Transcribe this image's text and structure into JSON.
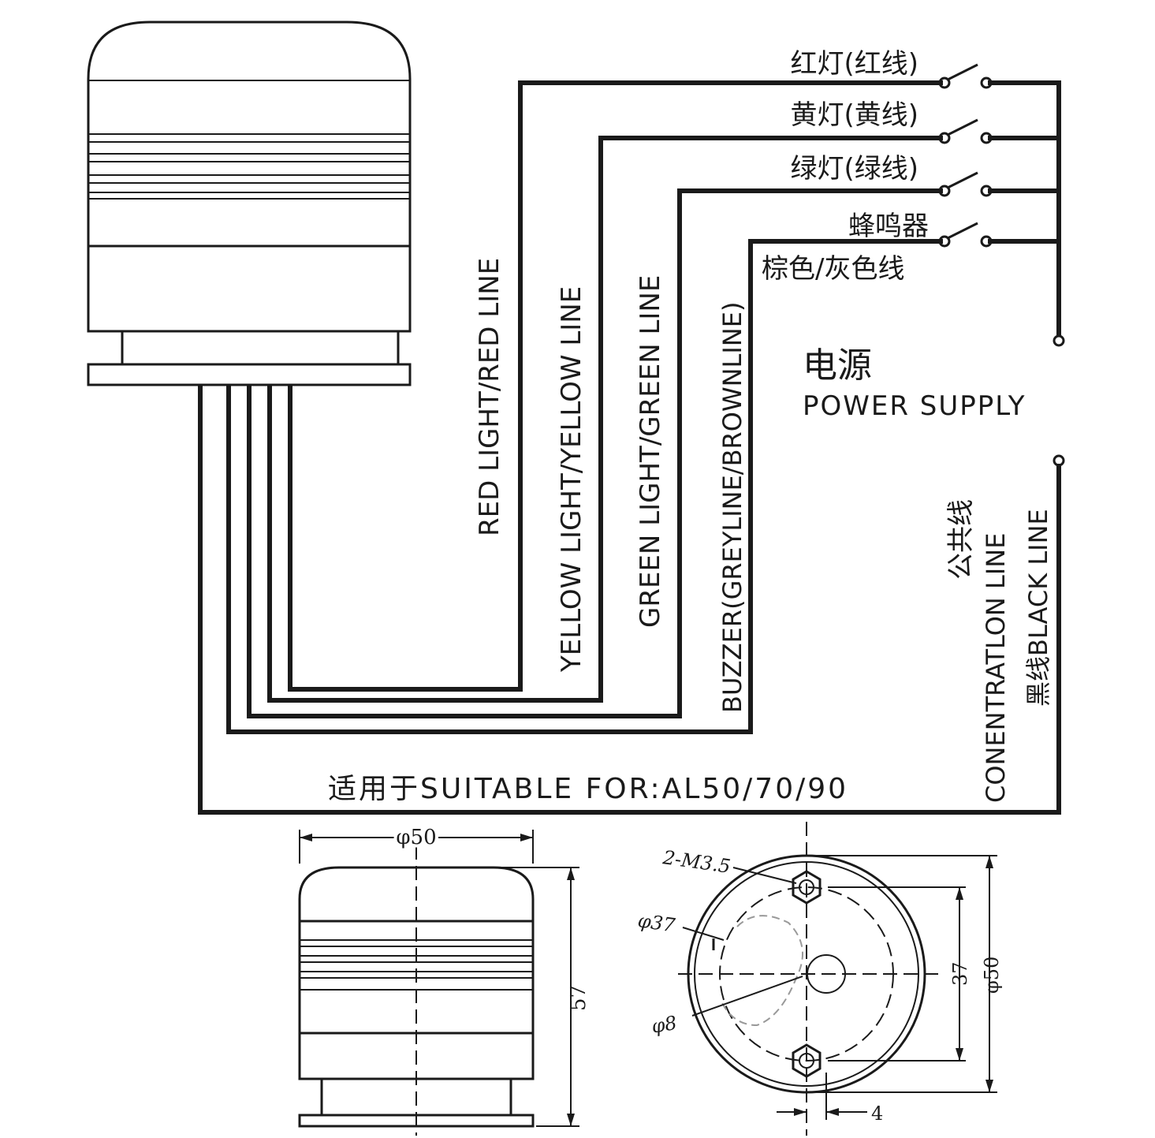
{
  "labels": {
    "red_cn": "红灯(红线)",
    "yellow_cn": "黄灯(黄线)",
    "green_cn": "绿灯(绿线)",
    "buzzer_cn": "蜂鸣器",
    "buzzer_wire_cn": "棕色/灰色线",
    "power_cn": "电源",
    "power_en": "POWER SUPPLY",
    "red_en": "RED LIGHT/RED LINE",
    "yellow_en": "YELLOW LIGHT/YELLOW LINE",
    "green_en": "GREEN LIGHT/GREEN LINE",
    "buzzer_en": "BUZZER(GREYLINE/BROWNLINE)",
    "common_cn": "公共线",
    "common_en": "CONENTRATLON  LINE",
    "black_cn_en": "黑线BLACK LINE",
    "suitable": "适用于SUITABLE FOR:AL50/70/90"
  },
  "dimensions": {
    "side_diameter": "φ50",
    "height": "57",
    "screw": "2-M3.5",
    "bolt_circle": "φ37",
    "center_hole": "φ8",
    "spacing": "37",
    "base_diameter": "φ50",
    "offset": "4"
  }
}
